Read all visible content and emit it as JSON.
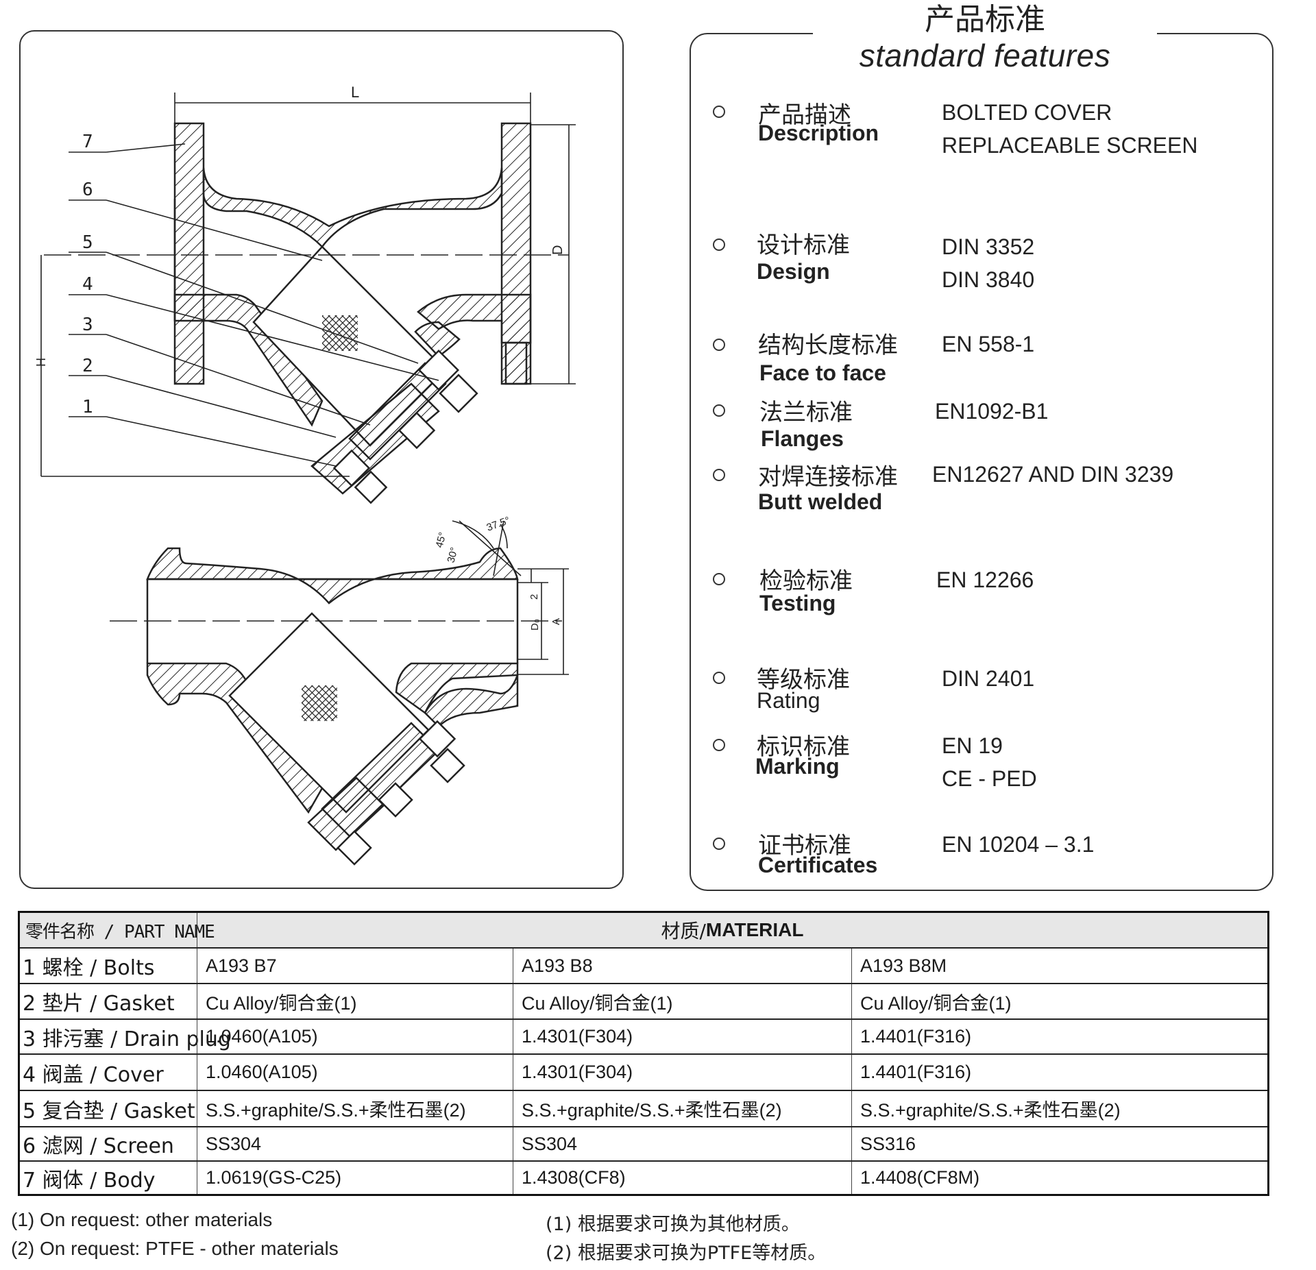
{
  "drawing": {
    "dim_L": "L",
    "dim_D": "D",
    "dim_H": "H",
    "dim_A": "A",
    "dim_Do": "D₀",
    "dim_2": "2",
    "angle_45": "45°",
    "angle_30": "30°",
    "angle_37": "37.5°",
    "callouts": [
      "7",
      "6",
      "5",
      "4",
      "3",
      "2",
      "1"
    ]
  },
  "features": {
    "title_cn": "产品标准",
    "title_en": "standard features",
    "items": [
      {
        "cn": "产品描述",
        "en": "Description",
        "v1": "BOLTED COVER",
        "v2": "REPLACEABLE SCREEN"
      },
      {
        "cn": "设计标准",
        "en": "Design",
        "v1": "DIN 3352",
        "v2": "DIN 3840"
      },
      {
        "cn": "结构长度标准",
        "en": "Face to face",
        "v1": "EN 558-1",
        "v2": ""
      },
      {
        "cn": "法兰标准",
        "en": "Flanges",
        "v1": "EN1092-B1",
        "v2": ""
      },
      {
        "cn": "对焊连接标准",
        "en": "Butt welded",
        "v1": "EN12627 AND DIN 3239",
        "v2": ""
      },
      {
        "cn": "检验标准",
        "en": "Testing",
        "v1": "EN 12266",
        "v2": ""
      },
      {
        "cn": "等级标准",
        "en": "Rating",
        "v1": "DIN 2401",
        "v2": ""
      },
      {
        "cn": "标识标准",
        "en": "Marking",
        "v1": "EN 19",
        "v2": "CE - PED"
      },
      {
        "cn": "证书标准",
        "en": "Certificates",
        "v1": "EN 10204 – 3.1",
        "v2": ""
      }
    ]
  },
  "table": {
    "header_part": "零件名称 / PART NAME",
    "header_material_cn": "材质/",
    "header_material_en": "MATERIAL",
    "rows": [
      {
        "part": "1 螺栓 / Bolts",
        "c1": "A193 B7",
        "c2": "A193 B8",
        "c3": "A193 B8M"
      },
      {
        "part": "2 垫片 / Gasket",
        "c1": "Cu Alloy/铜合金(1)",
        "c2": "Cu Alloy/铜合金(1)",
        "c3": "Cu Alloy/铜合金(1)"
      },
      {
        "part": "3 排污塞 / Drain plug",
        "c1": "1.0460(A105)",
        "c2": "1.4301(F304)",
        "c3": "1.4401(F316)"
      },
      {
        "part": "4 阀盖 / Cover",
        "c1": "1.0460(A105)",
        "c2": "1.4301(F304)",
        "c3": "1.4401(F316)"
      },
      {
        "part": "5 复合垫 / Gasket",
        "c1": "S.S.+graphite/S.S.+柔性石墨(2)",
        "c2": "S.S.+graphite/S.S.+柔性石墨(2)",
        "c3": "S.S.+graphite/S.S.+柔性石墨(2)"
      },
      {
        "part": "6 滤网 / Screen",
        "c1": "SS304",
        "c2": "SS304",
        "c3": "SS316"
      },
      {
        "part": "7 阀体 / Body",
        "c1": "1.0619(GS-C25)",
        "c2": "1.4308(CF8)",
        "c3": "1.4408(CF8M)"
      }
    ]
  },
  "notes": {
    "en1": "(1) On request: other materials",
    "en2": "(2) On request: PTFE - other materials",
    "cn1": "(1) 根据要求可换为其他材质。",
    "cn2": "(2) 根据要求可换为PTFE等材质。"
  }
}
